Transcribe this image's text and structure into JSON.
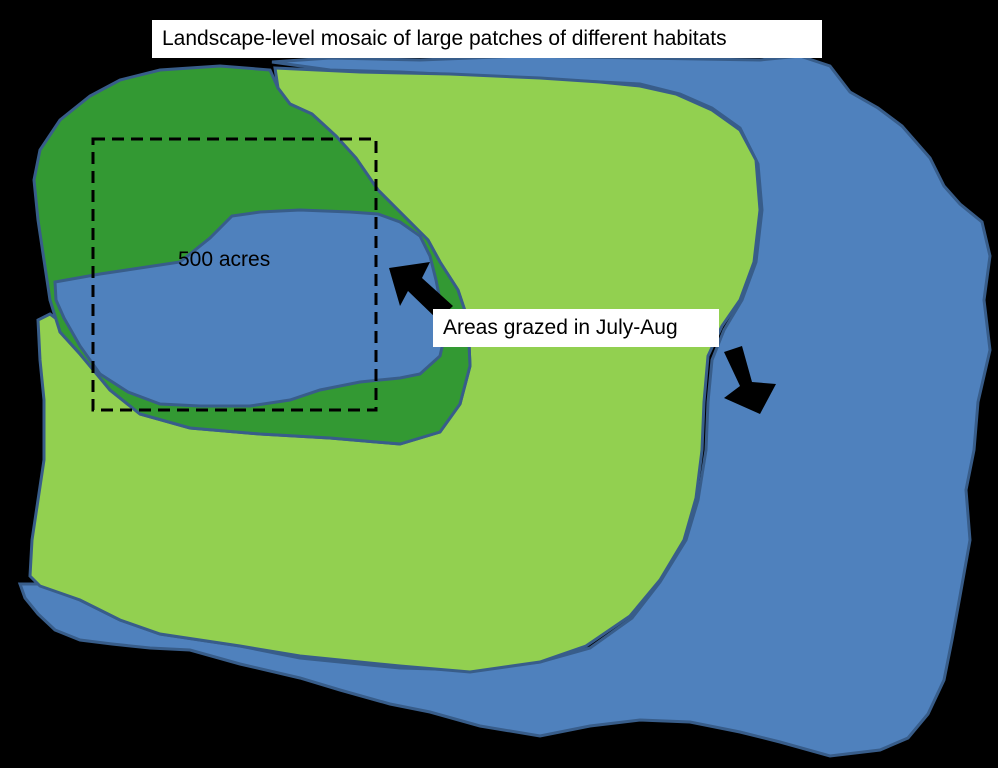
{
  "title": "Landscape-level mosaic of large patches of different habitats",
  "area_label": "500 acres",
  "grazed_label": "Areas grazed in July-Aug",
  "colors": {
    "background": "#000000",
    "blue_habitat": "#4f81bd",
    "light_green_habitat": "#92d050",
    "dark_green_habitat": "#339933",
    "outline": "#385d8a",
    "arrow": "#000000",
    "label_background": "#ffffff"
  }
}
